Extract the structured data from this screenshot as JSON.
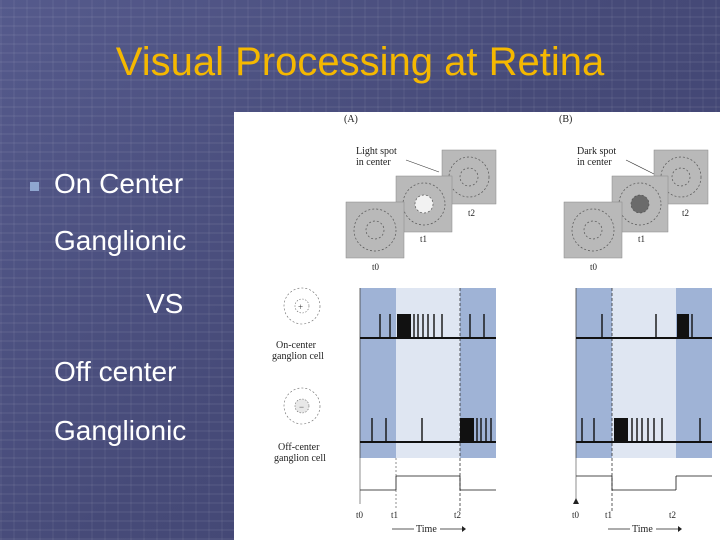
{
  "slide": {
    "title": "Visual Processing at Retina",
    "bullet": {
      "lines": [
        "On Center",
        "Ganglionic",
        "VS",
        "Off center",
        "Ganglionic"
      ]
    }
  },
  "figure": {
    "panel_a": {
      "label": "(A)",
      "spot_label_1": "Light spot",
      "spot_label_2": "in center",
      "t0": "t0",
      "t1": "t1",
      "t2": "t2"
    },
    "panel_b": {
      "label": "(B)",
      "spot_label_1": "Dark spot",
      "spot_label_2": "in center",
      "t0": "t0",
      "t1": "t1",
      "t2": "t2"
    },
    "on_center_label_1": "On-center",
    "on_center_label_2": "ganglion cell",
    "off_center_label_1": "Off-center",
    "off_center_label_2": "ganglion cell",
    "time_label": "Time",
    "colors": {
      "shade_dark": "#9fb3d6",
      "shade_light": "#dfe6f2",
      "title": "#f5b800"
    }
  }
}
